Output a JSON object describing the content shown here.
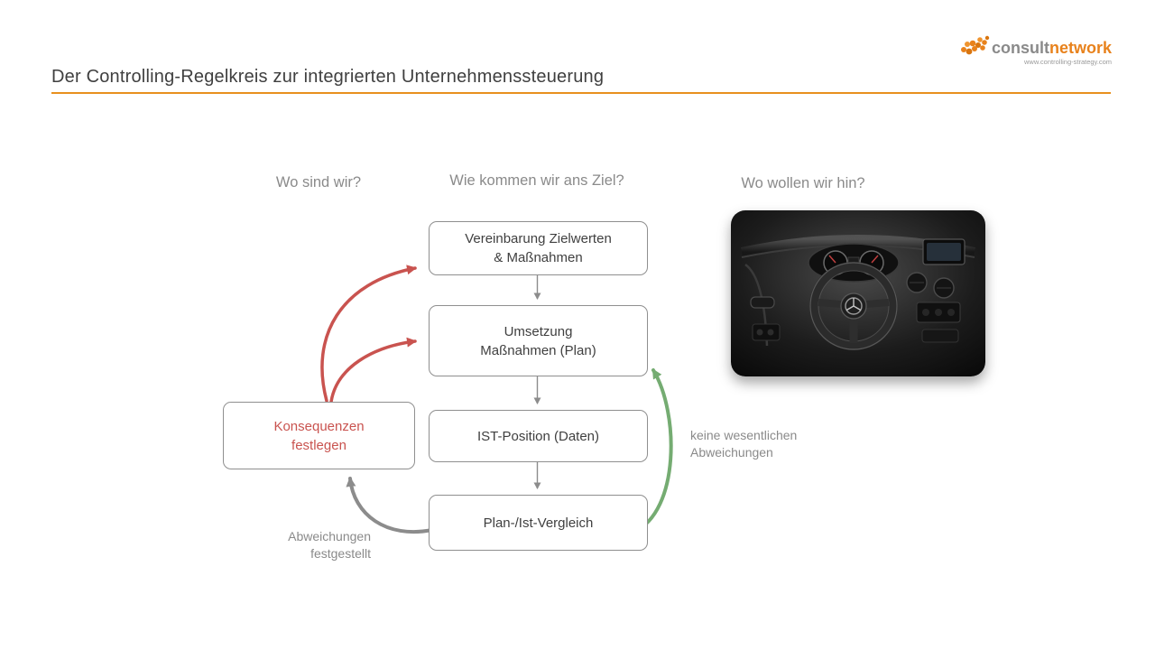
{
  "logo": {
    "brand_gray": "consult",
    "brand_orange": "network",
    "url": "www.controlling-strategy.com"
  },
  "header": {
    "title": "Der Controlling-Regelkreis zur integrierten Unternehmenssteuerung"
  },
  "column_headers": {
    "left": "Wo sind wir?",
    "middle": "Wie kommen wir ans Ziel?",
    "right": "Wo wollen wir hin?"
  },
  "flow_boxes": {
    "zielwerte": {
      "line1": "Vereinbarung Zielwerten",
      "line2": "& Maßnahmen"
    },
    "umsetzung": {
      "line1": "Umsetzung",
      "line2": "Maßnahmen (Plan)"
    },
    "ist_position": {
      "line1": "IST-Position (Daten)"
    },
    "vergleich": {
      "line1": "Plan-/Ist-Vergleich"
    },
    "konsequenzen": {
      "line1": "Konsequenzen",
      "line2": "festlegen"
    }
  },
  "arrow_labels": {
    "no_deviation": {
      "line1": "keine wesentlichen",
      "line2": "Abweichungen"
    },
    "deviation": {
      "line1": "Abweichungen",
      "line2": "festgestellt"
    }
  },
  "colors": {
    "accent_orange": "#E8901E",
    "arrow_red": "#C9534F",
    "arrow_green": "#75AC72",
    "arrow_gray": "#8C8C8C",
    "red_box_text": "#C9534F"
  }
}
